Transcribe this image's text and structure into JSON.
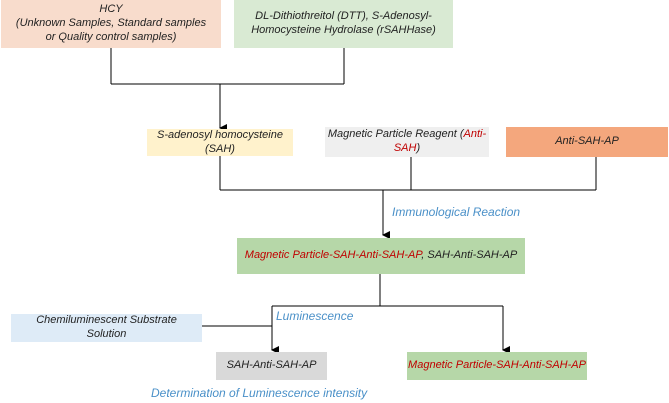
{
  "boxes": {
    "hcy": {
      "line1": "HCY",
      "line2": "(Unknown Samples, Standard samples",
      "line3": "or Quality control samples)",
      "fill": "#f8dccc"
    },
    "dtt": {
      "line1": "DL-Dithiothreitol (DTT), S-Adenosyl-",
      "line2": "Homocysteine Hydrolase (rSAHHase)",
      "fill": "#d9ead3"
    },
    "sah": {
      "text": "S-adenosyl homocysteine (SAH)",
      "fill": "#fff2cc"
    },
    "mpr": {
      "line1_a": "Magnetic Particle Reagent (",
      "line1_b": "Anti-",
      "line2_a": "SAH",
      "line2_b": ")",
      "fill": "#efefef"
    },
    "antisah": {
      "text": "Anti-SAH-AP",
      "fill": "#f4a77d"
    },
    "complex": {
      "part_red": "Magnetic Particle-SAH-Anti-SAH-AP",
      "part_black": ", SAH-Anti-SAH-AP",
      "fill": "#b6d7a8"
    },
    "substrate": {
      "line1": "Chemiluminescent Substrate",
      "line2": "Solution",
      "fill": "#deebf7"
    },
    "sahAnti": {
      "text": "SAH-Anti-SAH-AP",
      "fill": "#d9d9d9"
    },
    "mpComplex": {
      "text": "Magnetic Particle-SAH-Anti-SAH-AP",
      "fill": "#b6d7a8"
    }
  },
  "labels": {
    "immunological": "Immunological Reaction",
    "luminescence": "Luminescence",
    "determination": "Determination of Luminescence intensity"
  },
  "colors": {
    "accent_label": "#4a90c8",
    "highlight_text": "#c00000",
    "line": "#000000"
  }
}
